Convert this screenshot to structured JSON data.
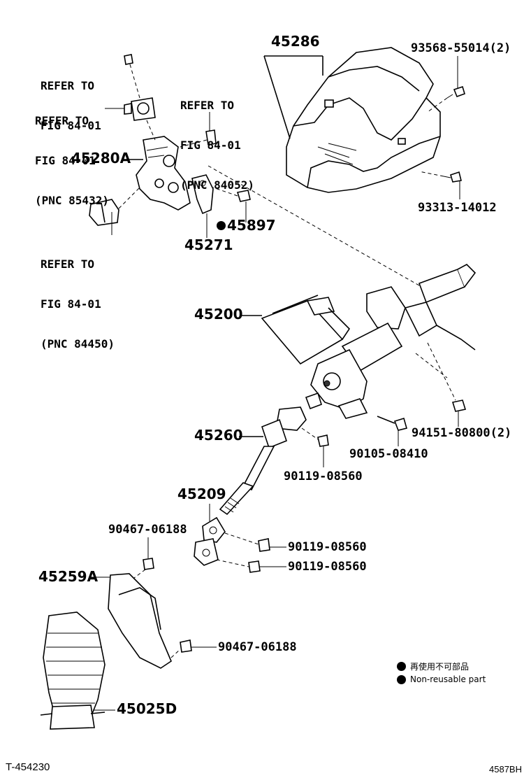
{
  "refs": {
    "ref_a": [
      "REFER TO",
      "FIG 84-01"
    ],
    "ref_b": [
      "REFER TO",
      "FIG 84-01",
      "(PNC 85432)"
    ],
    "ref_c": [
      "REFER TO",
      "FIG 84-01",
      "(PNC 84052)"
    ],
    "ref_d": [
      "REFER TO",
      "FIG 84-01",
      "(PNC 84450)"
    ]
  },
  "parts": {
    "p45286": "45286",
    "p93568": "93568-55014(2)",
    "p93313": "93313-14012",
    "p45280A": "45280A",
    "p45897": "45897",
    "p45271": "45271",
    "p45200": "45200",
    "p94151": "94151-80800(2)",
    "p90105": "90105-08410",
    "p45260": "45260",
    "p90119a": "90119-08560",
    "p45209": "45209",
    "p90467a": "90467-06188",
    "p90119b": "90119-08560",
    "p90119c": "90119-08560",
    "p45259A": "45259A",
    "p90467b": "90467-06188",
    "p45025D": "45025D"
  },
  "legend": {
    "jp": "再使用不可部品",
    "en": "Non-reusable part"
  },
  "footer": {
    "left": "T-454230",
    "right": "4587BH"
  },
  "icons": {
    "non_reusable_marker": "filled-circle"
  }
}
